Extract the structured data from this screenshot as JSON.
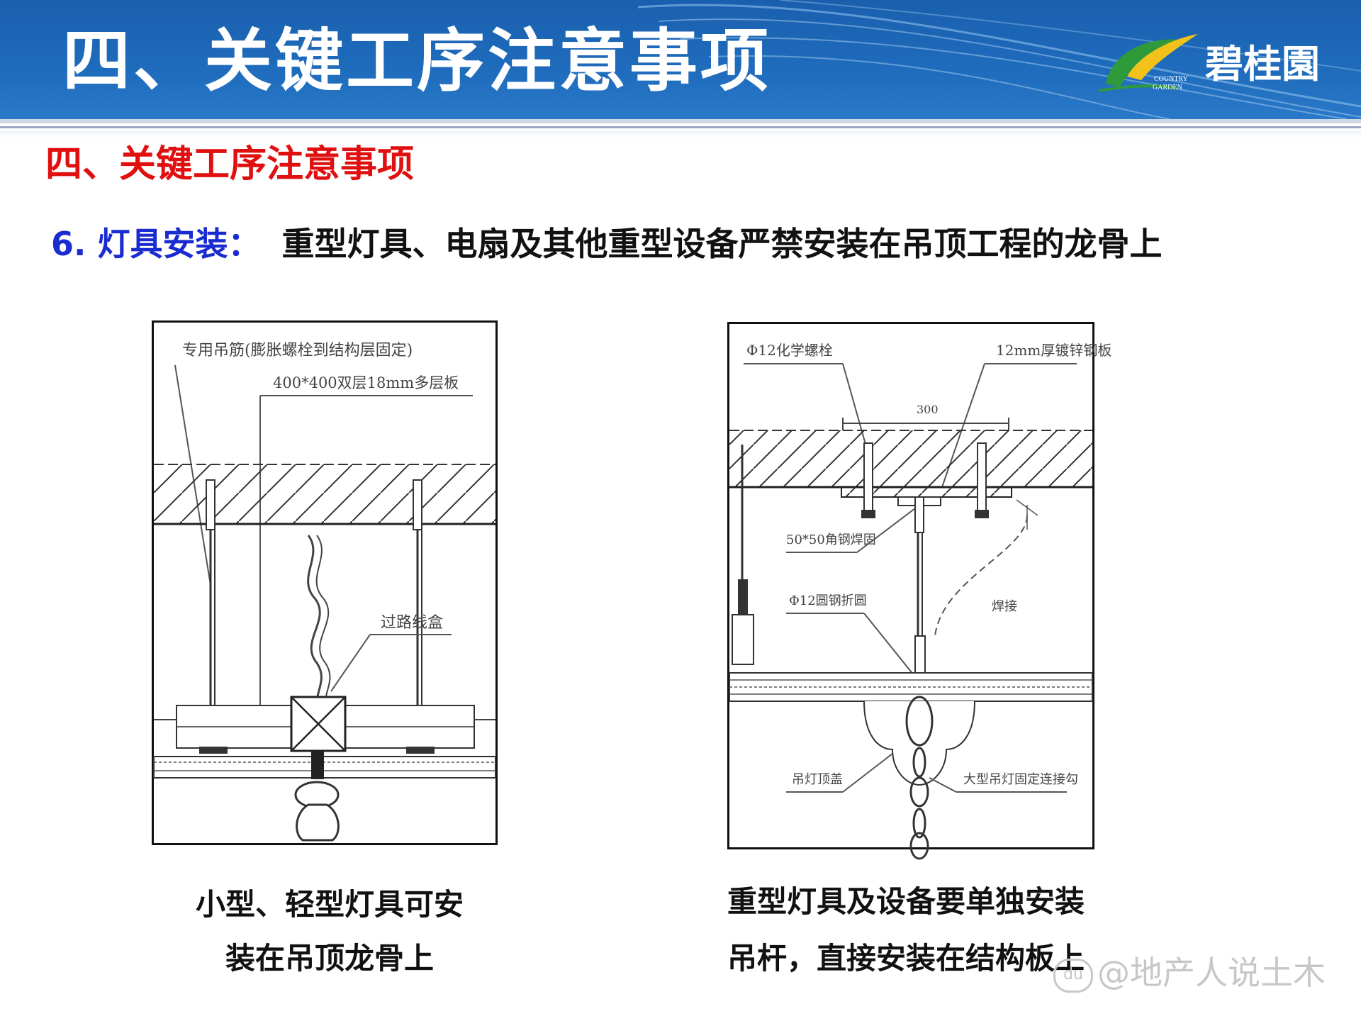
{
  "header": {
    "title": "四、关键工序注意事项",
    "logo_text": "碧桂園",
    "logo_sub": [
      "COUNTRY",
      "GARDEN"
    ]
  },
  "section": {
    "title": "四、关键工序注意事项"
  },
  "item": {
    "label": "6. 灯具安装：",
    "text": "重型灯具、电扇及其他重型设备严禁安装在吊顶工程的龙骨上"
  },
  "left_figure": {
    "labels": {
      "hanger": "专用吊筋(膨胀螺栓到结构层固定)",
      "board": "400*400双层18mm多层板",
      "junction_box": "过路线盒"
    }
  },
  "right_figure": {
    "labels": {
      "anchor": "Φ12化学螺栓",
      "steel_plate": "12mm厚镀锌钢板",
      "dimension": "300",
      "angle_steel": "50*50角钢焊固",
      "round_steel": "Φ12圆钢折圆",
      "weld": "焊接",
      "canopy": "吊灯顶盖",
      "hook": "大型吊灯固定连接勾"
    }
  },
  "captions": {
    "left": [
      "小型、轻型灯具可安",
      "装在吊顶龙骨上"
    ],
    "right": [
      "重型灯具及设备要单独安装",
      "吊杆，直接安装在结构板上"
    ]
  },
  "watermark": {
    "badge": "du",
    "text": "@地产人说土木"
  },
  "colors": {
    "header_blue": "#1f6cbd",
    "section_red": "#e01010",
    "label_blue": "#1a2bd0"
  }
}
